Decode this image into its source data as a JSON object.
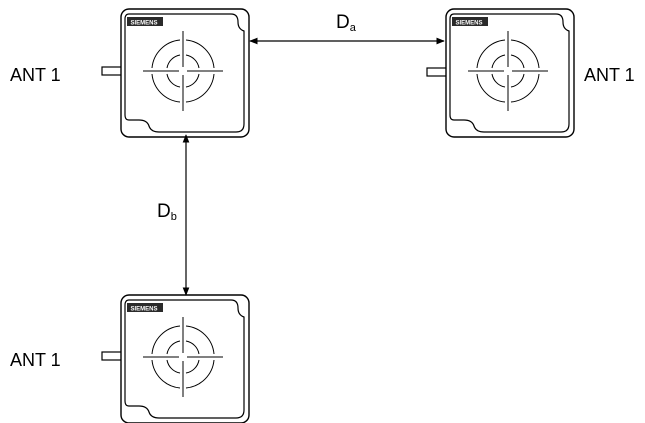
{
  "antennas": [
    {
      "label": "ANT 1",
      "brand": "SIEMENS"
    },
    {
      "label": "ANT 1",
      "brand": "SIEMENS"
    },
    {
      "label": "ANT 1",
      "brand": "SIEMENS"
    }
  ],
  "distances": {
    "horizontal": {
      "main": "D",
      "sub": "a"
    },
    "vertical": {
      "main": "D",
      "sub": "b"
    }
  }
}
